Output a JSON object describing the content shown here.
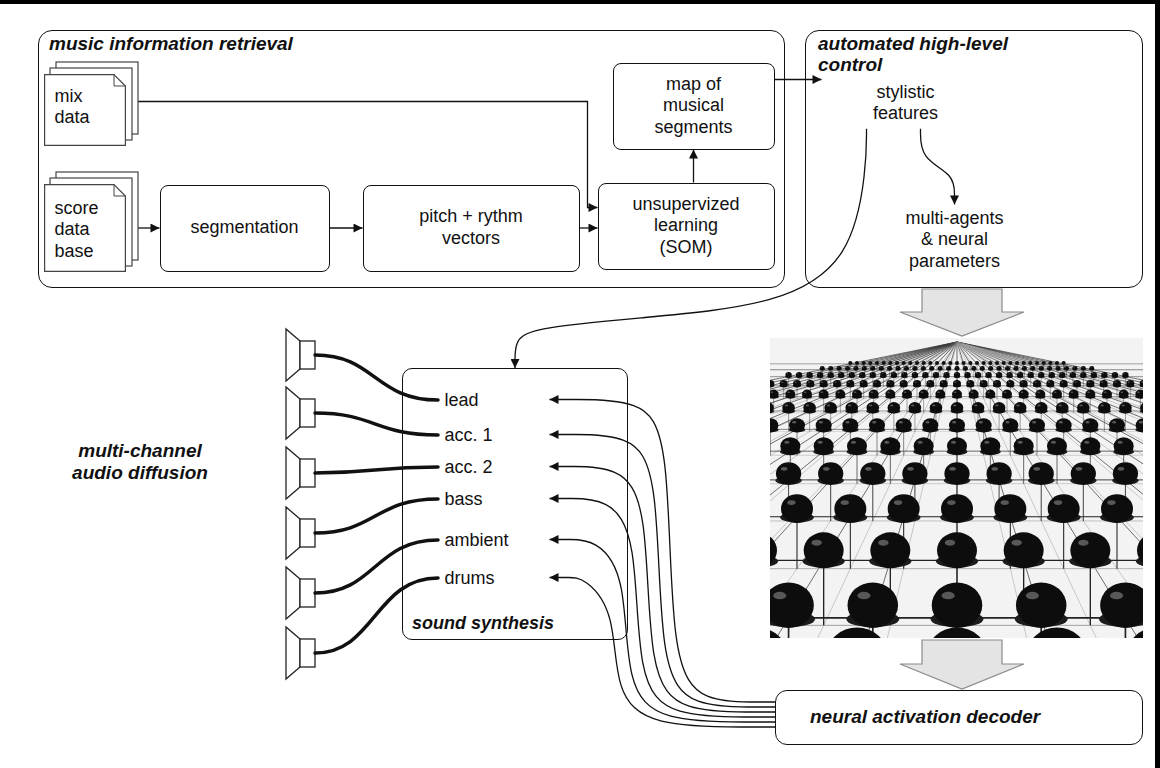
{
  "diagram": {
    "nodes": [
      {
        "text": [
          "music information retrieval"
        ]
      },
      {
        "text": [
          "mix data"
        ],
        "in": 0
      },
      {
        "text": [
          "score data base"
        ],
        "in": 0
      },
      {
        "text": [
          "segmentation"
        ],
        "in": 0
      },
      {
        "text": [
          "pitch + rythm vectors"
        ],
        "in": 0
      },
      {
        "text": [
          "unsupervized learning (SOM)"
        ],
        "in": 0
      },
      {
        "text": [
          "map of musical segments"
        ],
        "in": 0
      },
      {
        "text": [
          "automated high-level control"
        ]
      },
      {
        "text": [
          "stylistic features"
        ],
        "in": 7
      },
      {
        "text": [
          "multi-agents & neural parameters"
        ],
        "in": 7
      },
      {
        "text": [
          "sound synthesis"
        ]
      },
      {
        "text": [
          "lead"
        ],
        "in": 10
      },
      {
        "text": [
          "acc. 1"
        ],
        "in": 10
      },
      {
        "text": [
          "acc. 2"
        ],
        "in": 10
      },
      {
        "text": [
          "bass"
        ],
        "in": 10
      },
      {
        "text": [
          "ambient"
        ],
        "in": 10
      },
      {
        "text": [
          "drums"
        ],
        "in": 10
      },
      {
        "text": [
          "neural activation decoder"
        ]
      }
    ],
    "edges": [
      {
        "from": 1,
        "to": 5,
        "arrow": "to"
      },
      {
        "from": 2,
        "to": 3,
        "arrow": "to"
      },
      {
        "from": 3,
        "to": 4,
        "arrow": "to"
      },
      {
        "from": 4,
        "to": 5,
        "arrow": "to"
      },
      {
        "from": 5,
        "to": 6,
        "arrow": "to"
      },
      {
        "from": 6,
        "to": 8,
        "arrow": "to"
      },
      {
        "from": 8,
        "to": 9,
        "arrow": "to"
      },
      {
        "from": 8,
        "to": 10,
        "arrow": "to"
      },
      {
        "from": 17,
        "to": 11,
        "arrow": "to"
      },
      {
        "from": 17,
        "to": 12,
        "arrow": "to"
      },
      {
        "from": 17,
        "to": 13,
        "arrow": "to"
      },
      {
        "from": 17,
        "to": 14,
        "arrow": "to"
      },
      {
        "from": 17,
        "to": 15,
        "arrow": "to"
      },
      {
        "from": 17,
        "to": 16,
        "arrow": "to"
      }
    ],
    "labels": [
      "multi-channel audio diffusion"
    ]
  }
}
